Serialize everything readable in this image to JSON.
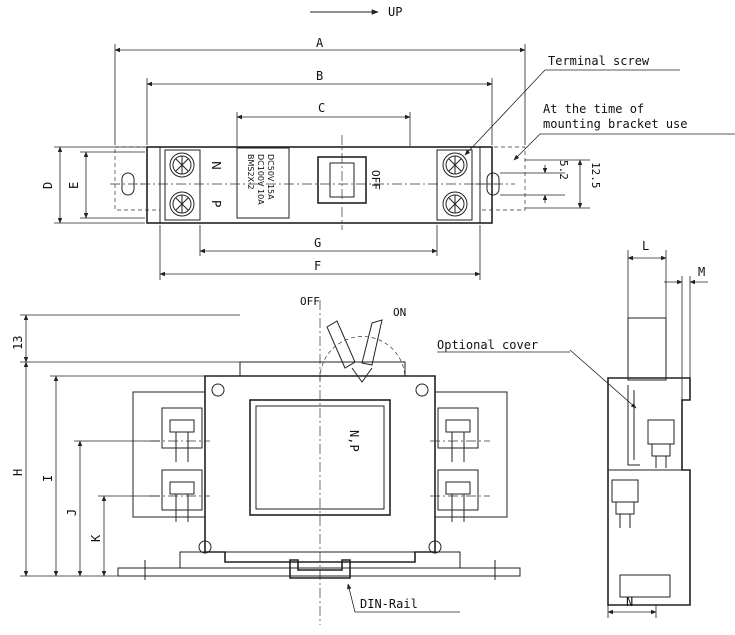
{
  "orientation": {
    "arrow_label": "UP"
  },
  "callouts": {
    "terminal_screw": "Terminal screw",
    "bracket_line1": "At the time of",
    "bracket_line2": "mounting bracket use",
    "optional_cover": "Optional cover",
    "din_rail": "DIN-Rail"
  },
  "switch_states": {
    "off": "OFF",
    "on": "ON"
  },
  "poles": {
    "n": "N",
    "p": "P",
    "front": "N,P"
  },
  "top_view": {
    "toggle_state": "OFF"
  },
  "nameplate": {
    "model": "BMS2X-2",
    "rating_1": "DC100V 10A",
    "rating_2": "DC50V 15A"
  },
  "dimensions": {
    "A": "A",
    "B": "B",
    "C": "C",
    "D": "D",
    "E": "E",
    "F": "F",
    "G": "G",
    "H": "H",
    "I": "I",
    "J": "J",
    "K": "K",
    "L": "L",
    "M": "M",
    "N": "N",
    "val_13": "13",
    "val_5_2": "5.2",
    "val_12_5": "12.5"
  },
  "colors": {
    "line": "#222222",
    "background": "#ffffff"
  }
}
